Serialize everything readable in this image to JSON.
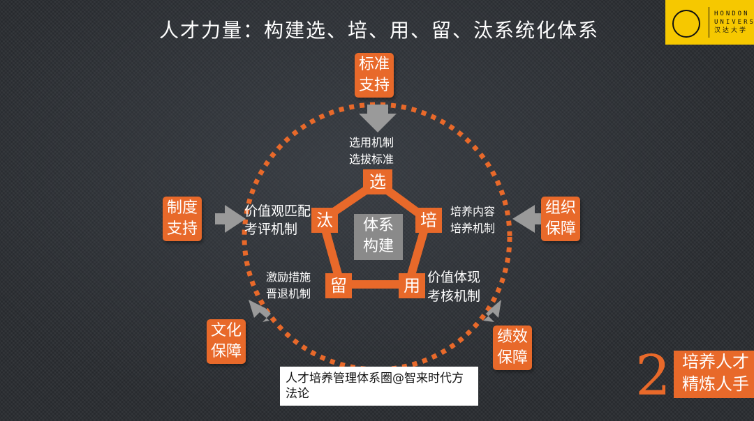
{
  "title": "人才力量：构建选、培、用、留、汰系统化体系",
  "logo": {
    "line1": "HONDON",
    "line2": "UNIVERSITY",
    "line3": "汉达大学"
  },
  "colors": {
    "accent": "#e8692a",
    "arrow": "#9a9a9a",
    "center_box": "#8a8a8a",
    "background": "#2a2d31"
  },
  "support_boxes": {
    "top": [
      "标准",
      "支持"
    ],
    "left": [
      "制度",
      "支持"
    ],
    "right": [
      "组织",
      "保障"
    ],
    "bottom_left": [
      "文化",
      "保障"
    ],
    "bottom_right": [
      "绩效",
      "保障"
    ]
  },
  "nodes": {
    "select": "选",
    "train": "培",
    "use": "用",
    "retain": "留",
    "eliminate": "汰"
  },
  "center": [
    "体系",
    "构建"
  ],
  "labels": {
    "select": [
      "选用机制",
      "选拔标准"
    ],
    "train": [
      "培养内容",
      "培养机制"
    ],
    "use": [
      "价值体现",
      "考核机制"
    ],
    "retain": [
      "激励措施",
      "晋退机制"
    ],
    "eliminate": [
      "价值观匹配",
      "考评机制"
    ]
  },
  "watermark": [
    "人才培养管理体系圈@智来时代方",
    "法论"
  ],
  "footer": {
    "number": "2",
    "line1": "培养人才",
    "line2": "精炼人手"
  }
}
